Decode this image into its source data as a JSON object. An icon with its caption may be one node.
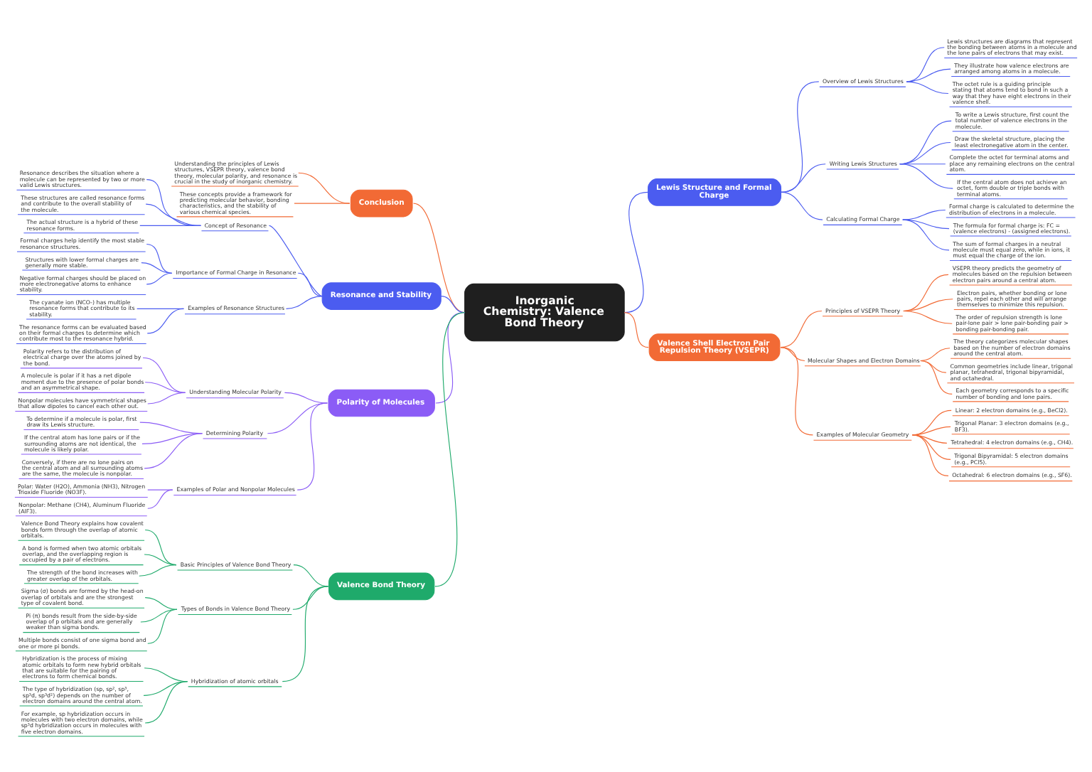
{
  "diagram": {
    "nodes": [
      {
        "text": [
          "Inorganic Chemistry: Valence Bond Theory"
        ]
      },
      {
        "text": [
          "Conclusion"
        ]
      },
      {
        "text": [
          "Understanding the principles of Lewis structures, VSEPR theory, valence bond theory, molecular polarity, and resonance is crucial in the study of inorganic chemistry."
        ]
      },
      {
        "text": [
          "These concepts provide a framework for predicting molecular behavior, bonding characteristics, and the stability of various chemical species."
        ]
      },
      {
        "text": [
          "Resonance and Stability"
        ]
      },
      {
        "text": [
          "Concept of Resonance"
        ]
      },
      {
        "text": [
          "Resonance describes the situation where a molecule can be represented by two or more valid Lewis structures."
        ]
      },
      {
        "text": [
          "These structures are called resonance forms and contribute to the overall stability of the molecule."
        ]
      },
      {
        "text": [
          "The actual structure is a hybrid of these resonance forms."
        ]
      },
      {
        "text": [
          "Importance of Formal Charge in Resonance"
        ]
      },
      {
        "text": [
          "Formal charges help identify the most stable resonance structures."
        ]
      },
      {
        "text": [
          "Structures with lower formal charges are generally more stable."
        ]
      },
      {
        "text": [
          "Negative formal charges should be placed on more electronegative atoms to enhance stability."
        ]
      },
      {
        "text": [
          "Examples of Resonance Structures"
        ]
      },
      {
        "text": [
          "The cyanate ion (NCO-) has multiple resonance forms that contribute to its stability."
        ]
      },
      {
        "text": [
          "The resonance forms can be evaluated based on their formal charges to determine which contribute most to the resonance hybrid."
        ]
      },
      {
        "text": [
          "Polarity of Molecules"
        ]
      },
      {
        "text": [
          "Understanding Molecular Polarity"
        ]
      },
      {
        "text": [
          "Polarity refers to the distribution of electrical charge over the atoms joined by the bond."
        ]
      },
      {
        "text": [
          "A molecule is polar if it has a net dipole moment due to the presence of polar bonds and an asymmetrical shape."
        ]
      },
      {
        "text": [
          "Nonpolar molecules have symmetrical shapes that allow dipoles to cancel each other out."
        ]
      },
      {
        "text": [
          "Determining Polarity"
        ]
      },
      {
        "text": [
          "To determine if a molecule is polar, first draw its Lewis structure."
        ]
      },
      {
        "text": [
          "If the central atom has lone pairs or if the surrounding atoms are not identical, the molecule is likely polar."
        ]
      },
      {
        "text": [
          "Conversely, if there are no lone pairs on the central atom and all surrounding atoms are the same, the molecule is nonpolar."
        ]
      },
      {
        "text": [
          "Examples of Polar and Nonpolar Molecules"
        ]
      },
      {
        "text": [
          "Polar: Water (H2O), Ammonia (NH3), Nitrogen Trioxide Fluoride (NO3F)."
        ]
      },
      {
        "text": [
          "Nonpolar: Methane (CH4), Aluminum Fluoride (AlF3)."
        ]
      },
      {
        "text": [
          "Valence Bond Theory"
        ]
      },
      {
        "text": [
          "Basic Principles of Valence Bond Theory"
        ]
      },
      {
        "text": [
          "Valence Bond Theory explains how covalent bonds form through the overlap of atomic orbitals."
        ]
      },
      {
        "text": [
          "A bond is formed when two atomic orbitals overlap, and the overlapping region is occupied by a pair of electrons."
        ]
      },
      {
        "text": [
          "The strength of the bond increases with greater overlap of the orbitals."
        ]
      },
      {
        "text": [
          "Types of Bonds in Valence Bond Theory"
        ]
      },
      {
        "text": [
          "Sigma (σ) bonds are formed by the head-on overlap of orbitals and are the strongest type of covalent bond."
        ]
      },
      {
        "text": [
          "Pi (π) bonds result from the side-by-side overlap of p orbitals and are generally weaker than sigma bonds."
        ]
      },
      {
        "text": [
          "Multiple bonds consist of one sigma bond and one or more pi bonds."
        ]
      },
      {
        "text": [
          "Hybridization of atomic orbitals"
        ]
      },
      {
        "text": [
          "Hybridization is the process of mixing atomic orbitals to form new hybrid orbitals that are suitable for the pairing of electrons to form chemical bonds."
        ]
      },
      {
        "text": [
          "The type of hybridization (sp, sp², sp³, sp³d, sp³d²) depends on the number of electron domains around the central atom."
        ]
      },
      {
        "text": [
          "For example, sp hybridization occurs in molecules with two electron domains, while sp³d hybridization occurs in molecules with five electron domains."
        ]
      },
      {
        "text": [
          "Lewis Structure and Formal Charge"
        ]
      },
      {
        "text": [
          "Overview of Lewis Structures"
        ]
      },
      {
        "text": [
          "Lewis structures are diagrams that represent the bonding between atoms in a molecule and the lone pairs of electrons that may exist."
        ]
      },
      {
        "text": [
          "They illustrate how valence electrons are arranged among atoms in a molecule."
        ]
      },
      {
        "text": [
          "The octet rule is a guiding principle stating that atoms tend to bond in such a way that they have eight electrons in their valence shell."
        ]
      },
      {
        "text": [
          "Writing Lewis Structures"
        ]
      },
      {
        "text": [
          "To write a Lewis structure, first count the total number of valence electrons in the molecule."
        ]
      },
      {
        "text": [
          "Draw the skeletal structure, placing the least electronegative atom in the center."
        ]
      },
      {
        "text": [
          "Complete the octet for terminal atoms and place any remaining electrons on the central atom."
        ]
      },
      {
        "text": [
          "If the central atom does not achieve an octet, form double or triple bonds with terminal atoms."
        ]
      },
      {
        "text": [
          "Calculating Formal Charge"
        ]
      },
      {
        "text": [
          "Formal charge is calculated to determine the distribution of electrons in a molecule."
        ]
      },
      {
        "text": [
          "The formula for formal charge is: FC = (valence electrons) - (assigned electrons)."
        ]
      },
      {
        "text": [
          "The sum of formal charges in a neutral molecule must equal zero, while in ions, it must equal the charge of the ion."
        ]
      },
      {
        "text": [
          "Valence Shell Electron Pair Repulsion Theory (VSEPR)"
        ]
      },
      {
        "text": [
          "Principles of VSEPR Theory"
        ]
      },
      {
        "text": [
          "VSEPR theory predicts the geometry of molecules based on the repulsion between electron pairs around a central atom."
        ]
      },
      {
        "text": [
          "Electron pairs, whether bonding or lone pairs, repel each other and will arrange themselves to minimize this repulsion."
        ]
      },
      {
        "text": [
          "The order of repulsion strength is lone pair-lone pair > lone pair-bonding pair > bonding pair-bonding pair."
        ]
      },
      {
        "text": [
          "Molecular Shapes and Electron Domains"
        ]
      },
      {
        "text": [
          "The theory categorizes molecular shapes based on the number of electron domains around the central atom."
        ]
      },
      {
        "text": [
          "Common geometries include linear, trigonal planar, tetrahedral, trigonal bipyramidal, and octahedral."
        ]
      },
      {
        "text": [
          "Each geometry corresponds to a specific number of bonding and lone pairs."
        ]
      },
      {
        "text": [
          "Examples of Molecular Geometry"
        ]
      },
      {
        "text": [
          "Linear: 2 electron domains (e.g., BeCl2)."
        ]
      },
      {
        "text": [
          "Trigonal Planar: 3 electron domains (e.g., BF3)."
        ]
      },
      {
        "text": [
          "Tetrahedral: 4 electron domains (e.g., CH4)."
        ]
      },
      {
        "text": [
          "Trigonal Bipyramidal: 5 electron domains (e.g., PCl5)."
        ]
      },
      {
        "text": [
          "Octahedral: 6 electron domains (e.g., SF6)."
        ]
      }
    ],
    "edges": [
      {
        "from": 0,
        "to": 1,
        "arrow": "none",
        "color": "#f26a35"
      },
      {
        "from": 1,
        "to": 2,
        "arrow": "none",
        "color": "#f26a35"
      },
      {
        "from": 1,
        "to": 3,
        "arrow": "none",
        "color": "#f26a35"
      },
      {
        "from": 0,
        "to": 4,
        "arrow": "none"
      },
      {
        "from": 4,
        "to": 5,
        "arrow": "none"
      },
      {
        "from": 5,
        "to": 6,
        "arrow": "none"
      },
      {
        "from": 5,
        "to": 7,
        "arrow": "none"
      },
      {
        "from": 5,
        "to": 8,
        "arrow": "none"
      },
      {
        "from": 4,
        "to": 9,
        "arrow": "none"
      },
      {
        "from": 9,
        "to": 10,
        "arrow": "none"
      },
      {
        "from": 9,
        "to": 11,
        "arrow": "none"
      },
      {
        "from": 9,
        "to": 12,
        "arrow": "none"
      },
      {
        "from": 4,
        "to": 13,
        "arrow": "none"
      },
      {
        "from": 13,
        "to": 14,
        "arrow": "none"
      },
      {
        "from": 13,
        "to": 15,
        "arrow": "none"
      },
      {
        "from": 0,
        "to": 16,
        "arrow": "none",
        "color": "#8b5cf6"
      },
      {
        "from": 16,
        "to": 17,
        "arrow": "none",
        "color": "#8b5cf6"
      },
      {
        "from": 17,
        "to": 18,
        "arrow": "none",
        "color": "#8b5cf6"
      },
      {
        "from": 17,
        "to": 19,
        "arrow": "none",
        "color": "#8b5cf6"
      },
      {
        "from": 17,
        "to": 20,
        "arrow": "none",
        "color": "#8b5cf6"
      },
      {
        "from": 16,
        "to": 21,
        "arrow": "none",
        "color": "#8b5cf6"
      },
      {
        "from": 21,
        "to": 22,
        "arrow": "none",
        "color": "#8b5cf6"
      },
      {
        "from": 21,
        "to": 23,
        "arrow": "none",
        "color": "#8b5cf6"
      },
      {
        "from": 21,
        "to": 24,
        "arrow": "none",
        "color": "#8b5cf6"
      },
      {
        "from": 16,
        "to": 25,
        "arrow": "none",
        "color": "#8b5cf6"
      },
      {
        "from": 25,
        "to": 26,
        "arrow": "none",
        "color": "#8b5cf6"
      },
      {
        "from": 25,
        "to": 27,
        "arrow": "none",
        "color": "#8b5cf6"
      },
      {
        "from": 0,
        "to": 28,
        "arrow": "none",
        "color": "#1faa6b"
      },
      {
        "from": 28,
        "to": 29,
        "arrow": "none",
        "color": "#1faa6b"
      },
      {
        "from": 29,
        "to": 30,
        "arrow": "none",
        "color": "#1faa6b"
      },
      {
        "from": 29,
        "to": 31,
        "arrow": "none",
        "color": "#1faa6b"
      },
      {
        "from": 29,
        "to": 32,
        "arrow": "none",
        "color": "#1faa6b"
      },
      {
        "from": 28,
        "to": 33,
        "arrow": "none",
        "color": "#1faa6b"
      },
      {
        "from": 33,
        "to": 34,
        "arrow": "none",
        "color": "#1faa6b"
      },
      {
        "from": 33,
        "to": 35,
        "arrow": "none",
        "color": "#1faa6b"
      },
      {
        "from": 33,
        "to": 36,
        "arrow": "none",
        "color": "#1faa6b"
      },
      {
        "from": 28,
        "to": 37,
        "arrow": "none",
        "color": "#1faa6b"
      },
      {
        "from": 37,
        "to": 38,
        "arrow": "none",
        "color": "#1faa6b"
      },
      {
        "from": 37,
        "to": 39,
        "arrow": "none",
        "color": "#1faa6b"
      },
      {
        "from": 37,
        "to": 40,
        "arrow": "none",
        "color": "#1faa6b"
      },
      {
        "from": 0,
        "to": 41,
        "arrow": "none"
      },
      {
        "from": 41,
        "to": 42,
        "arrow": "none"
      },
      {
        "from": 42,
        "to": 43,
        "arrow": "none"
      },
      {
        "from": 42,
        "to": 44,
        "arrow": "none"
      },
      {
        "from": 42,
        "to": 45,
        "arrow": "none"
      },
      {
        "from": 41,
        "to": 46,
        "arrow": "none"
      },
      {
        "from": 46,
        "to": 47,
        "arrow": "none"
      },
      {
        "from": 46,
        "to": 48,
        "arrow": "none"
      },
      {
        "from": 46,
        "to": 49,
        "arrow": "none"
      },
      {
        "from": 46,
        "to": 50,
        "arrow": "none"
      },
      {
        "from": 41,
        "to": 51,
        "arrow": "none"
      },
      {
        "from": 51,
        "to": 52,
        "arrow": "none"
      },
      {
        "from": 51,
        "to": 53,
        "arrow": "none"
      },
      {
        "from": 51,
        "to": 54,
        "arrow": "none"
      },
      {
        "from": 0,
        "to": 55,
        "arrow": "none",
        "color": "#f26a35"
      },
      {
        "from": 55,
        "to": 56,
        "arrow": "none",
        "color": "#f26a35"
      },
      {
        "from": 56,
        "to": 57,
        "arrow": "none",
        "color": "#f26a35"
      },
      {
        "from": 56,
        "to": 58,
        "arrow": "none",
        "color": "#f26a35"
      },
      {
        "from": 56,
        "to": 59,
        "arrow": "none",
        "color": "#f26a35"
      },
      {
        "from": 55,
        "to": 60,
        "arrow": "none",
        "color": "#f26a35"
      },
      {
        "from": 60,
        "to": 61,
        "arrow": "none",
        "color": "#f26a35"
      },
      {
        "from": 60,
        "to": 62,
        "arrow": "none",
        "color": "#f26a35"
      },
      {
        "from": 60,
        "to": 63,
        "arrow": "none",
        "color": "#f26a35"
      },
      {
        "from": 55,
        "to": 64,
        "arrow": "none",
        "color": "#f26a35"
      },
      {
        "from": 64,
        "to": 65,
        "arrow": "none",
        "color": "#f26a35"
      },
      {
        "from": 64,
        "to": 66,
        "arrow": "none",
        "color": "#f26a35"
      },
      {
        "from": 64,
        "to": 67,
        "arrow": "none",
        "color": "#f26a35"
      },
      {
        "from": 64,
        "to": 68,
        "arrow": "none",
        "color": "#f26a35"
      },
      {
        "from": 64,
        "to": 69,
        "arrow": "none",
        "color": "#f26a35"
      }
    ]
  }
}
